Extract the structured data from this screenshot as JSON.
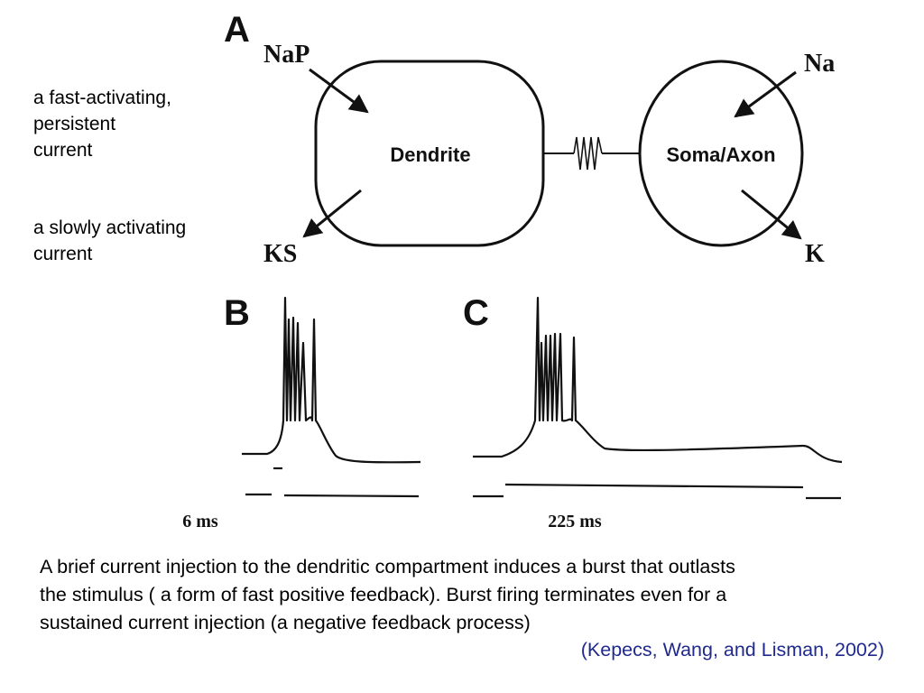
{
  "annotations": {
    "fast_current": [
      "a fast-activating,",
      "persistent",
      "current"
    ],
    "slow_current": [
      "a slowly activating",
      "current"
    ]
  },
  "panel_labels": {
    "a": "A",
    "b": "B",
    "c": "C"
  },
  "compartments": {
    "dendrite": "Dendrite",
    "soma": "Soma/Axon"
  },
  "currents": {
    "nap": "NaP",
    "ks": "KS",
    "na": "Na",
    "k": "K"
  },
  "durations": {
    "b": "6 ms",
    "c": "225 ms"
  },
  "caption": [
    "A brief current injection to the dendritic compartment induces a burst that outlasts",
    "the stimulus ( a form of fast positive feedback). Burst firing terminates even for a",
    "sustained current injection (a negative feedback process)"
  ],
  "citation": "(Kepecs, Wang, and Lisman, 2002)",
  "colors": {
    "citation": "#1f2a8c",
    "ink": "#111111"
  }
}
